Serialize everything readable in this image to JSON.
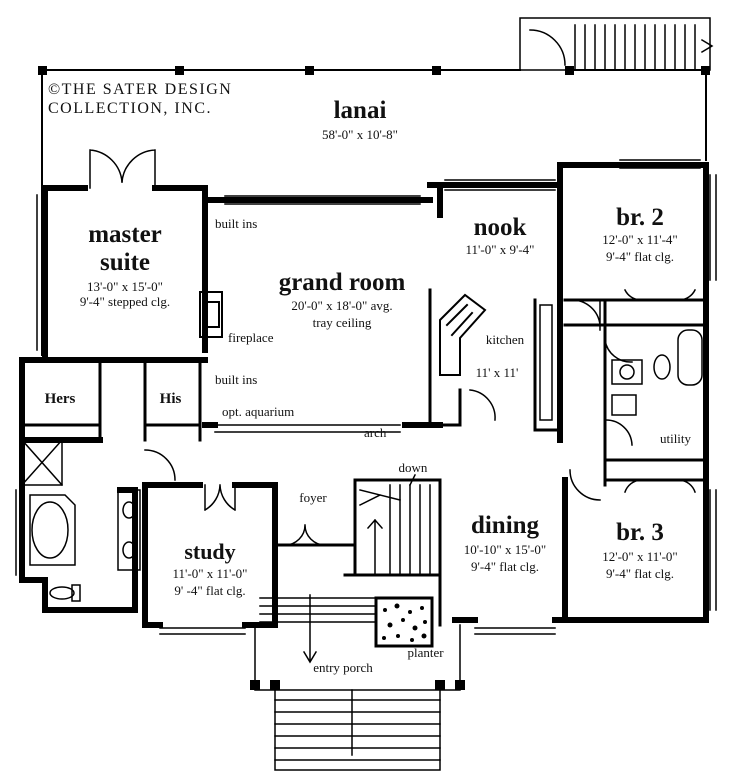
{
  "copyright": [
    "©THE SATER DESIGN",
    "COLLECTION, INC."
  ],
  "rooms": {
    "lanai": {
      "name": "lanai",
      "dims": "58'-0\" x 10'-8\""
    },
    "master_suite": {
      "name_line1": "master",
      "name_line2": "suite",
      "dims": "13'-0\" x 15'-0\"",
      "ceiling": "9'-4\" stepped clg."
    },
    "grand_room": {
      "name": "grand room",
      "dims": "20'-0\" x 18'-0\" avg.",
      "ceiling": "tray ceiling"
    },
    "nook": {
      "name": "nook",
      "dims": "11'-0\" x 9'-4\""
    },
    "br2": {
      "name": "br. 2",
      "dims": "12'-0\" x 11'-4\"",
      "ceiling": "9'-4\"  flat clg."
    },
    "kitchen": {
      "name": "kitchen",
      "dims": "11' x 11'"
    },
    "study": {
      "name": "study",
      "dims": "11'-0\" x 11'-0\"",
      "ceiling": "9' -4\" flat clg."
    },
    "dining": {
      "name": "dining",
      "dims": "10'-10\" x 15'-0\"",
      "ceiling": "9'-4\" flat clg."
    },
    "br3": {
      "name": "br. 3",
      "dims": "12'-0\" x 11'-0\"",
      "ceiling": "9'-4\" flat clg."
    }
  },
  "labels": {
    "built_ins_top": "built ins",
    "built_ins_bottom": "built ins",
    "fireplace": "fireplace",
    "opt_aquarium": "opt. aquarium",
    "arch": "arch",
    "hers": "Hers",
    "his": "His",
    "utility": "utility",
    "foyer": "foyer",
    "down": "down",
    "planter": "planter",
    "entry_porch": "entry porch"
  }
}
